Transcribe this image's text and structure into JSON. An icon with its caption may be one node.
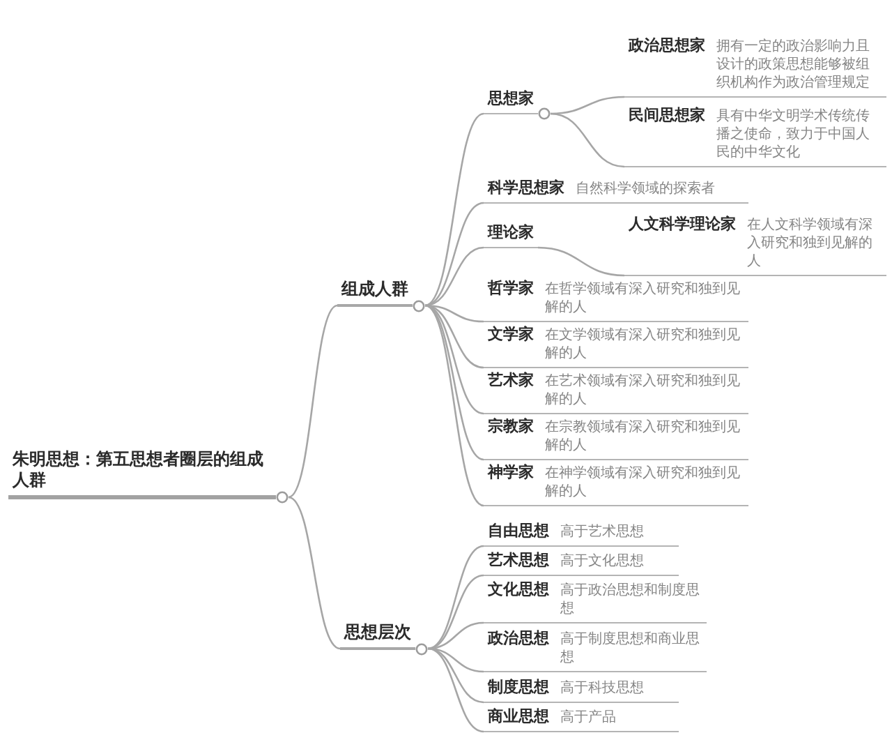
{
  "diagram": {
    "nodes": [
      {
        "text": [
          "朱明思想：第五思想者圈层的组成人群"
        ]
      },
      {
        "text": [
          "组成人群"
        ]
      },
      {
        "text": [
          "思想家"
        ]
      },
      {
        "text": [
          "政治思想家",
          "拥有一定的政治影响力且设计的政策思想能够被组织机构作为政治管理规定"
        ]
      },
      {
        "text": [
          "民间思想家",
          "具有中华文明学术传统传播之使命，致力于中国人民的中华文化"
        ]
      },
      {
        "text": [
          "科学思想家",
          "自然科学领域的探索者"
        ]
      },
      {
        "text": [
          "理论家"
        ]
      },
      {
        "text": [
          "人文科学理论家",
          "在人文科学领域有深入研究和独到见解的人"
        ]
      },
      {
        "text": [
          "哲学家",
          "在哲学领域有深入研究和独到见解的人"
        ]
      },
      {
        "text": [
          "文学家",
          "在文学领域有深入研究和独到见解的人"
        ]
      },
      {
        "text": [
          "艺术家",
          "在艺术领域有深入研究和独到见解的人"
        ]
      },
      {
        "text": [
          "宗教家",
          "在宗教领域有深入研究和独到见解的人"
        ]
      },
      {
        "text": [
          "神学家",
          "在神学领域有深入研究和独到见解的人"
        ]
      },
      {
        "text": [
          "思想层次"
        ]
      },
      {
        "text": [
          "自由思想",
          "高于艺术思想"
        ]
      },
      {
        "text": [
          "艺术思想",
          "高于文化思想"
        ]
      },
      {
        "text": [
          "文化思想",
          "高于政治思想和制度思想"
        ]
      },
      {
        "text": [
          "政治思想",
          "高于制度思想和商业思想"
        ]
      },
      {
        "text": [
          "制度思想",
          "高于科技思想"
        ]
      },
      {
        "text": [
          "商业思想",
          "高于产品"
        ]
      }
    ],
    "edges": [
      {
        "from": 0,
        "to": 1,
        "arrow": "none"
      },
      {
        "from": 0,
        "to": 13,
        "arrow": "none"
      },
      {
        "from": 1,
        "to": 2,
        "arrow": "none"
      },
      {
        "from": 2,
        "to": 3,
        "arrow": "none"
      },
      {
        "from": 2,
        "to": 4,
        "arrow": "none"
      },
      {
        "from": 1,
        "to": 5,
        "arrow": "none"
      },
      {
        "from": 1,
        "to": 6,
        "arrow": "none"
      },
      {
        "from": 6,
        "to": 7,
        "arrow": "none"
      },
      {
        "from": 1,
        "to": 8,
        "arrow": "none"
      },
      {
        "from": 1,
        "to": 9,
        "arrow": "none"
      },
      {
        "from": 1,
        "to": 10,
        "arrow": "none"
      },
      {
        "from": 1,
        "to": 11,
        "arrow": "none"
      },
      {
        "from": 1,
        "to": 12,
        "arrow": "none"
      },
      {
        "from": 13,
        "to": 14,
        "arrow": "none"
      },
      {
        "from": 13,
        "to": 15,
        "arrow": "none"
      },
      {
        "from": 13,
        "to": 16,
        "arrow": "none"
      },
      {
        "from": 13,
        "to": 17,
        "arrow": "none"
      },
      {
        "from": 13,
        "to": 18,
        "arrow": "none"
      },
      {
        "from": 13,
        "to": 19,
        "arrow": "none"
      }
    ]
  }
}
